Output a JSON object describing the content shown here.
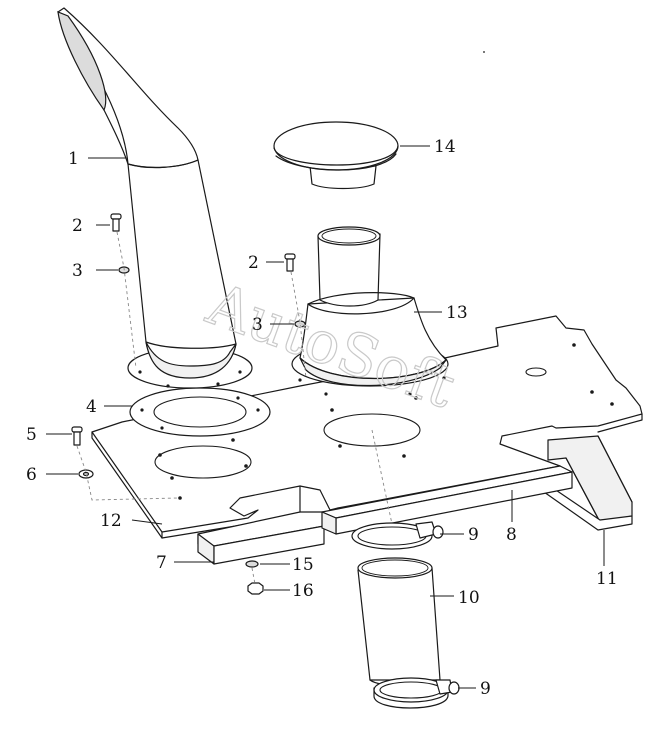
{
  "watermark": "AutoSoft",
  "callouts": [
    {
      "id": "c1",
      "label": "1"
    },
    {
      "id": "c2a",
      "label": "2"
    },
    {
      "id": "c2b",
      "label": "2"
    },
    {
      "id": "c3a",
      "label": "3"
    },
    {
      "id": "c3b",
      "label": "3"
    },
    {
      "id": "c4",
      "label": "4"
    },
    {
      "id": "c5",
      "label": "5"
    },
    {
      "id": "c6",
      "label": "6"
    },
    {
      "id": "c7",
      "label": "7"
    },
    {
      "id": "c8",
      "label": "8"
    },
    {
      "id": "c9a",
      "label": "9"
    },
    {
      "id": "c9b",
      "label": "9"
    },
    {
      "id": "c10",
      "label": "10"
    },
    {
      "id": "c11",
      "label": "11"
    },
    {
      "id": "c12",
      "label": "12"
    },
    {
      "id": "c13",
      "label": "13"
    },
    {
      "id": "c14",
      "label": "14"
    },
    {
      "id": "c15",
      "label": "15"
    },
    {
      "id": "c16",
      "label": "16"
    }
  ]
}
